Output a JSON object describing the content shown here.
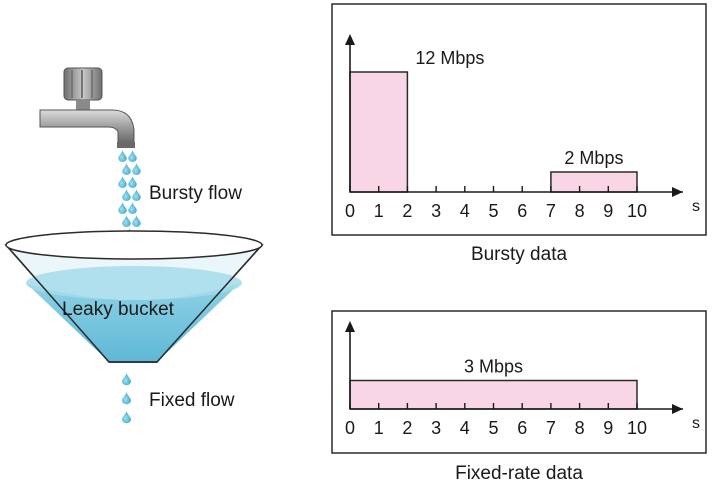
{
  "diagram": {
    "labels": {
      "bursty_flow": "Bursty flow",
      "leaky_bucket": "Leaky bucket",
      "fixed_flow": "Fixed flow"
    },
    "colors": {
      "bar_fill": "#f8d6e6",
      "water": "#7fc9df",
      "water_light": "#a6dbea",
      "drop": "#45aecb",
      "panel_border": "#2b2b2b"
    },
    "icons": [
      "faucet-icon",
      "water-drop-icon",
      "bucket-icon"
    ]
  },
  "chart_data": [
    {
      "type": "bar",
      "caption": "Bursty data",
      "x_unit": "s",
      "x_ticks": [
        "0",
        "1",
        "2",
        "3",
        "4",
        "5",
        "6",
        "7",
        "8",
        "9",
        "10"
      ],
      "xlim": [
        0,
        10
      ],
      "segments": [
        {
          "x_start": 0,
          "x_end": 2,
          "rate": 12,
          "label": "12 Mbps"
        },
        {
          "x_start": 7,
          "x_end": 10,
          "rate": 2,
          "label": "2 Mbps"
        }
      ]
    },
    {
      "type": "bar",
      "caption": "Fixed-rate data",
      "x_unit": "s",
      "x_ticks": [
        "0",
        "1",
        "2",
        "3",
        "4",
        "5",
        "6",
        "7",
        "8",
        "9",
        "10"
      ],
      "xlim": [
        0,
        10
      ],
      "segments": [
        {
          "x_start": 0,
          "x_end": 10,
          "rate": 3,
          "label": "3 Mbps"
        }
      ]
    }
  ]
}
